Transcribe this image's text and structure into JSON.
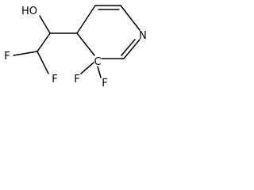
{
  "molecule": {
    "atoms": {
      "oh": "HO",
      "f_top_left": "F",
      "f_bottom_left": "F",
      "f_ring_left": "F",
      "c_ring": "C",
      "f_ring_right": "F",
      "n": "N"
    },
    "colors": {
      "bond": "#000000",
      "label": "#000000",
      "background": "#ffffff"
    }
  }
}
